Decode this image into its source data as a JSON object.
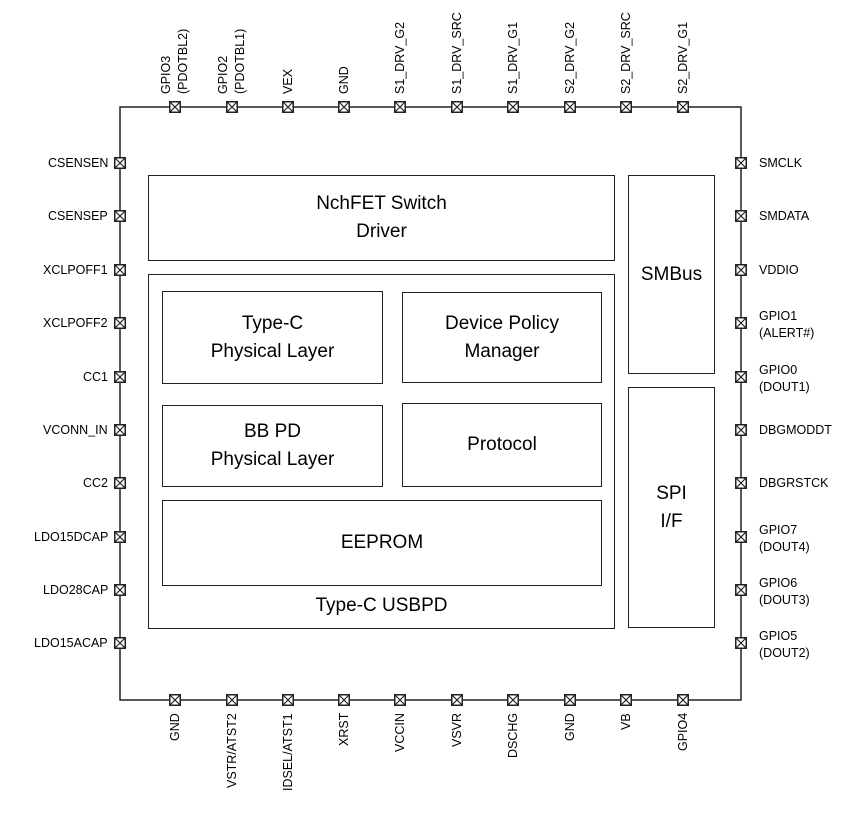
{
  "title": "Type-C USBPD controller block diagram",
  "colors": {
    "line": "#222222",
    "text": "#000000",
    "background": "#ffffff"
  },
  "pin_icon": "crossed-box-pad-icon",
  "blocks": {
    "nchfet": "NchFET Switch\nDriver",
    "smbus": "SMBus",
    "usbpd_group": "Type-C USBPD",
    "typec_phy": "Type-C\nPhysical Layer",
    "dpm": "Device Policy\nManager",
    "bbpd_phy": "BB PD\nPhysical Layer",
    "protocol": "Protocol",
    "eeprom": "EEPROM",
    "spi": "SPI\nI/F"
  },
  "pins": {
    "top": [
      "GPIO3\n(PDOTBL2)",
      "GPIO2\n(PDOTBL1)",
      "VEX",
      "GND",
      "S1_DRV_G2",
      "S1_DRV_SRC",
      "S1_DRV_G1",
      "S2_DRV_G2",
      "S2_DRV_SRC",
      "S2_DRV_G1"
    ],
    "left": [
      "CSENSEN",
      "CSENSEP",
      "XCLPOFF1",
      "XCLPOFF2",
      "CC1",
      "VCONN_IN",
      "CC2",
      "LDO15DCAP",
      "LDO28CAP",
      "LDO15ACAP"
    ],
    "right": [
      "SMCLK",
      "SMDATA",
      "VDDIO",
      "GPIO1\n(ALERT#)",
      "GPIO0\n(DOUT1)",
      "DBGMODDT",
      "DBGRSTCK",
      "GPIO7\n(DOUT4)",
      "GPIO6\n(DOUT3)",
      "GPIO5\n(DOUT2)"
    ],
    "bottom": [
      "GND",
      "VSTR/ATST2",
      "IDSEL/ATST1",
      "XRST",
      "VCCIN",
      "VSVR",
      "DSCHG",
      "GND",
      "VB",
      "GPIO4"
    ]
  }
}
